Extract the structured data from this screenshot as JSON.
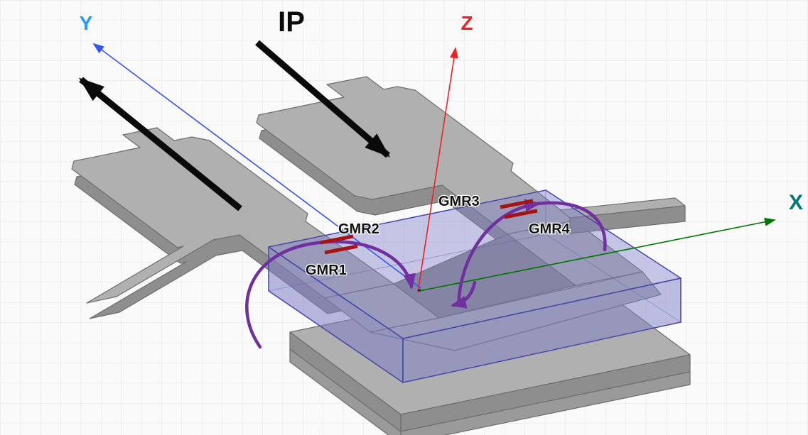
{
  "viewport": {
    "axes": {
      "x": {
        "label": "X"
      },
      "y": {
        "label": "Y"
      },
      "z": {
        "label": "Z"
      }
    },
    "current_arrow_label": "IP",
    "sensors": [
      {
        "label": "GMR1"
      },
      {
        "label": "GMR2"
      },
      {
        "label": "GMR3"
      },
      {
        "label": "GMR4"
      }
    ],
    "colors": {
      "background": "#fafafa",
      "grid_line": "#e2e2e2",
      "busbar_top": "#b0b0b0",
      "busbar_side": "#8e8e8e",
      "busbar_edge": "#6d6d6d",
      "pcb_fill": "#7d7dc8",
      "pcb_edge": "#4747a8",
      "x_axis": "#007700",
      "x_label": "#007878",
      "y_axis": "#3355ee",
      "y_label": "#2299ff",
      "z_axis": "#ee2222",
      "current_arrow": "#0a0a0a",
      "field_arrow": "#7030a0",
      "sensor_mark": "#a31515",
      "label_text": "#111111"
    }
  }
}
